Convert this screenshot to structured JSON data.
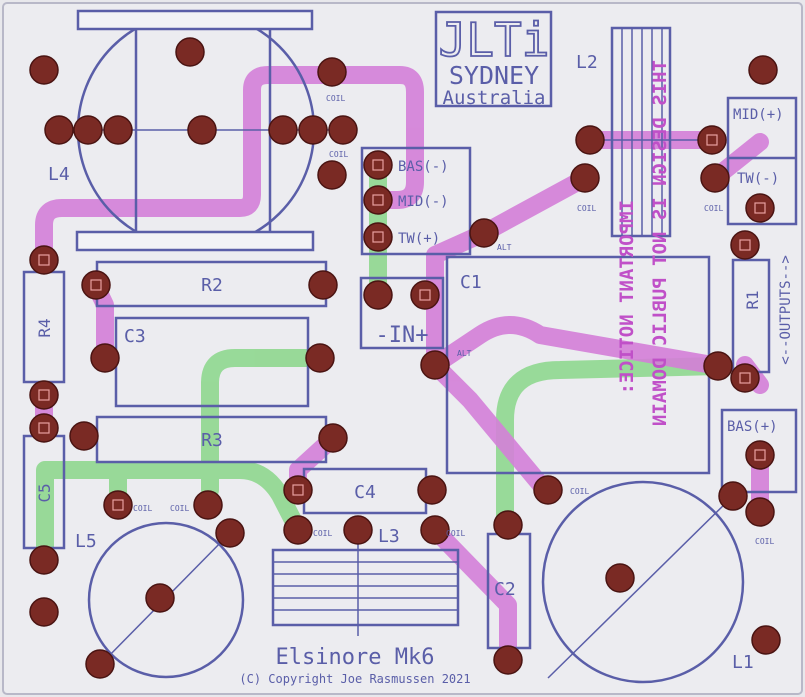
{
  "colors": {
    "board": "#ececf0",
    "silk": "#5a5ea8",
    "pad": "#7a2a24",
    "pad_edge": "#4a1412",
    "trace_top": "#d47fd8",
    "trace_bottom": "#8fd88f",
    "notice": "#c050c8"
  },
  "logo": {
    "line1": "JLTi",
    "line2": "SYDNEY",
    "line3": "Australia"
  },
  "components": {
    "l1": "L1",
    "l2": "L2",
    "l3": "L3",
    "l4": "L4",
    "l5": "L5",
    "r1": "R1",
    "r2": "R2",
    "r3": "R3",
    "r4": "R4",
    "c1": "C1",
    "c2": "C2",
    "c3": "C3",
    "c4": "C4",
    "c5": "C5"
  },
  "terminals": {
    "bas_neg": "BAS(-)",
    "mid_neg": "MID(-)",
    "tw_pos": "TW(+)",
    "mid_pos": "MID(+)",
    "tw_neg": "TW(-)",
    "bas_pos": "BAS(+)",
    "input": "-IN+",
    "outputs": "<--OUTPUTS-->"
  },
  "small_labels": {
    "coil": "COIL",
    "alt": "ALT"
  },
  "notice": {
    "line1": "IMPORTANT NOTICE:",
    "line2": "THIS DESIGN IS NOT PUBLIC DOMAIN"
  },
  "footer": {
    "title": "Elsinore Mk6",
    "copyright": "(C) Copyright Joe Rasmussen 2021"
  }
}
